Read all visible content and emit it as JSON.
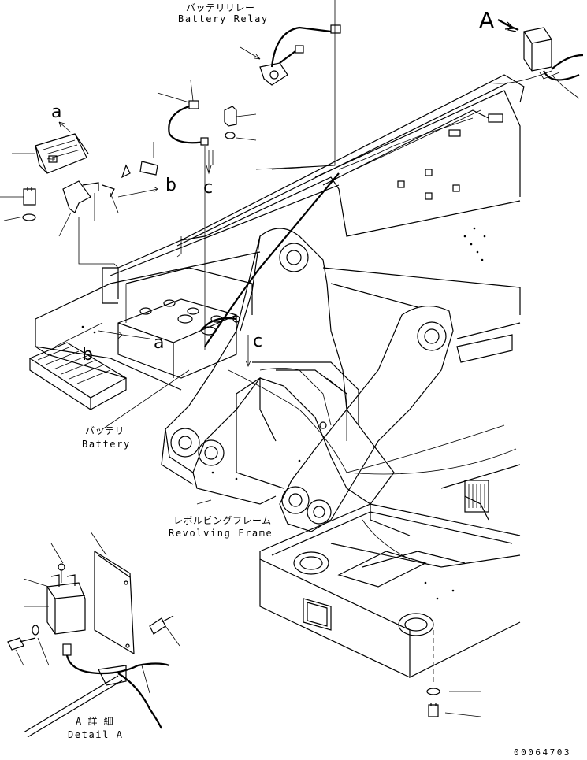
{
  "labels": {
    "battery_relay_jp": "バッテリリレー",
    "battery_relay_en": "Battery Relay",
    "battery_jp": "バッテリ",
    "battery_en": "Battery",
    "revolving_frame_jp": "レボルビングフレーム",
    "revolving_frame_en": "Revolving Frame",
    "detail_a_jp": "A 詳 細",
    "detail_a_en": "Detail A"
  },
  "markers": {
    "view_a": "A",
    "ref_a": "a",
    "ref_b": "b",
    "ref_c": "c"
  },
  "drawing_number": "00064703"
}
